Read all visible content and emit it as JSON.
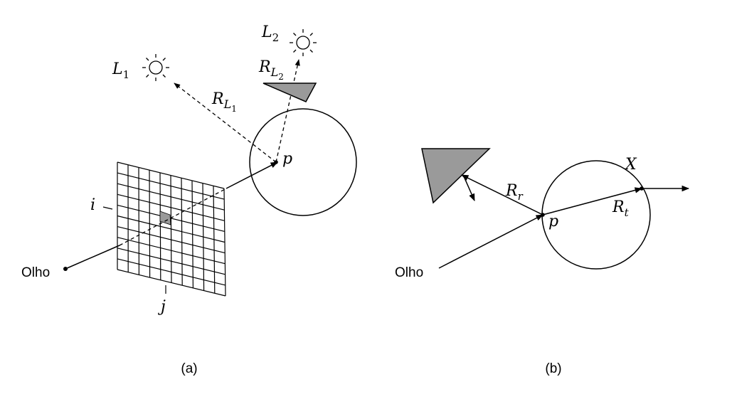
{
  "panel_a": {
    "caption": "(a)",
    "eye_label": "Olho",
    "light1_label_base": "L",
    "light1_label_sub": "1",
    "light2_label_base": "L",
    "light2_label_sub": "2",
    "ray_light1_base": "R",
    "ray_light1_sub_base": "L",
    "ray_light1_sub_sub": "1",
    "ray_light2_base": "R",
    "ray_light2_sub_base": "L",
    "ray_light2_sub_sub": "2",
    "point_label": "p",
    "row_label": "i",
    "col_label": "j",
    "grid_rows": 10,
    "grid_cols": 10
  },
  "panel_b": {
    "caption": "(b)",
    "eye_label": "Olho",
    "point_label": "p",
    "exit_label": "X",
    "reflected_base": "R",
    "reflected_sub": "r",
    "transmitted_base": "R",
    "transmitted_sub": "t"
  },
  "colors": {
    "stroke": "#000000",
    "fill_gray": "#9a9a9a",
    "background": "#ffffff"
  }
}
